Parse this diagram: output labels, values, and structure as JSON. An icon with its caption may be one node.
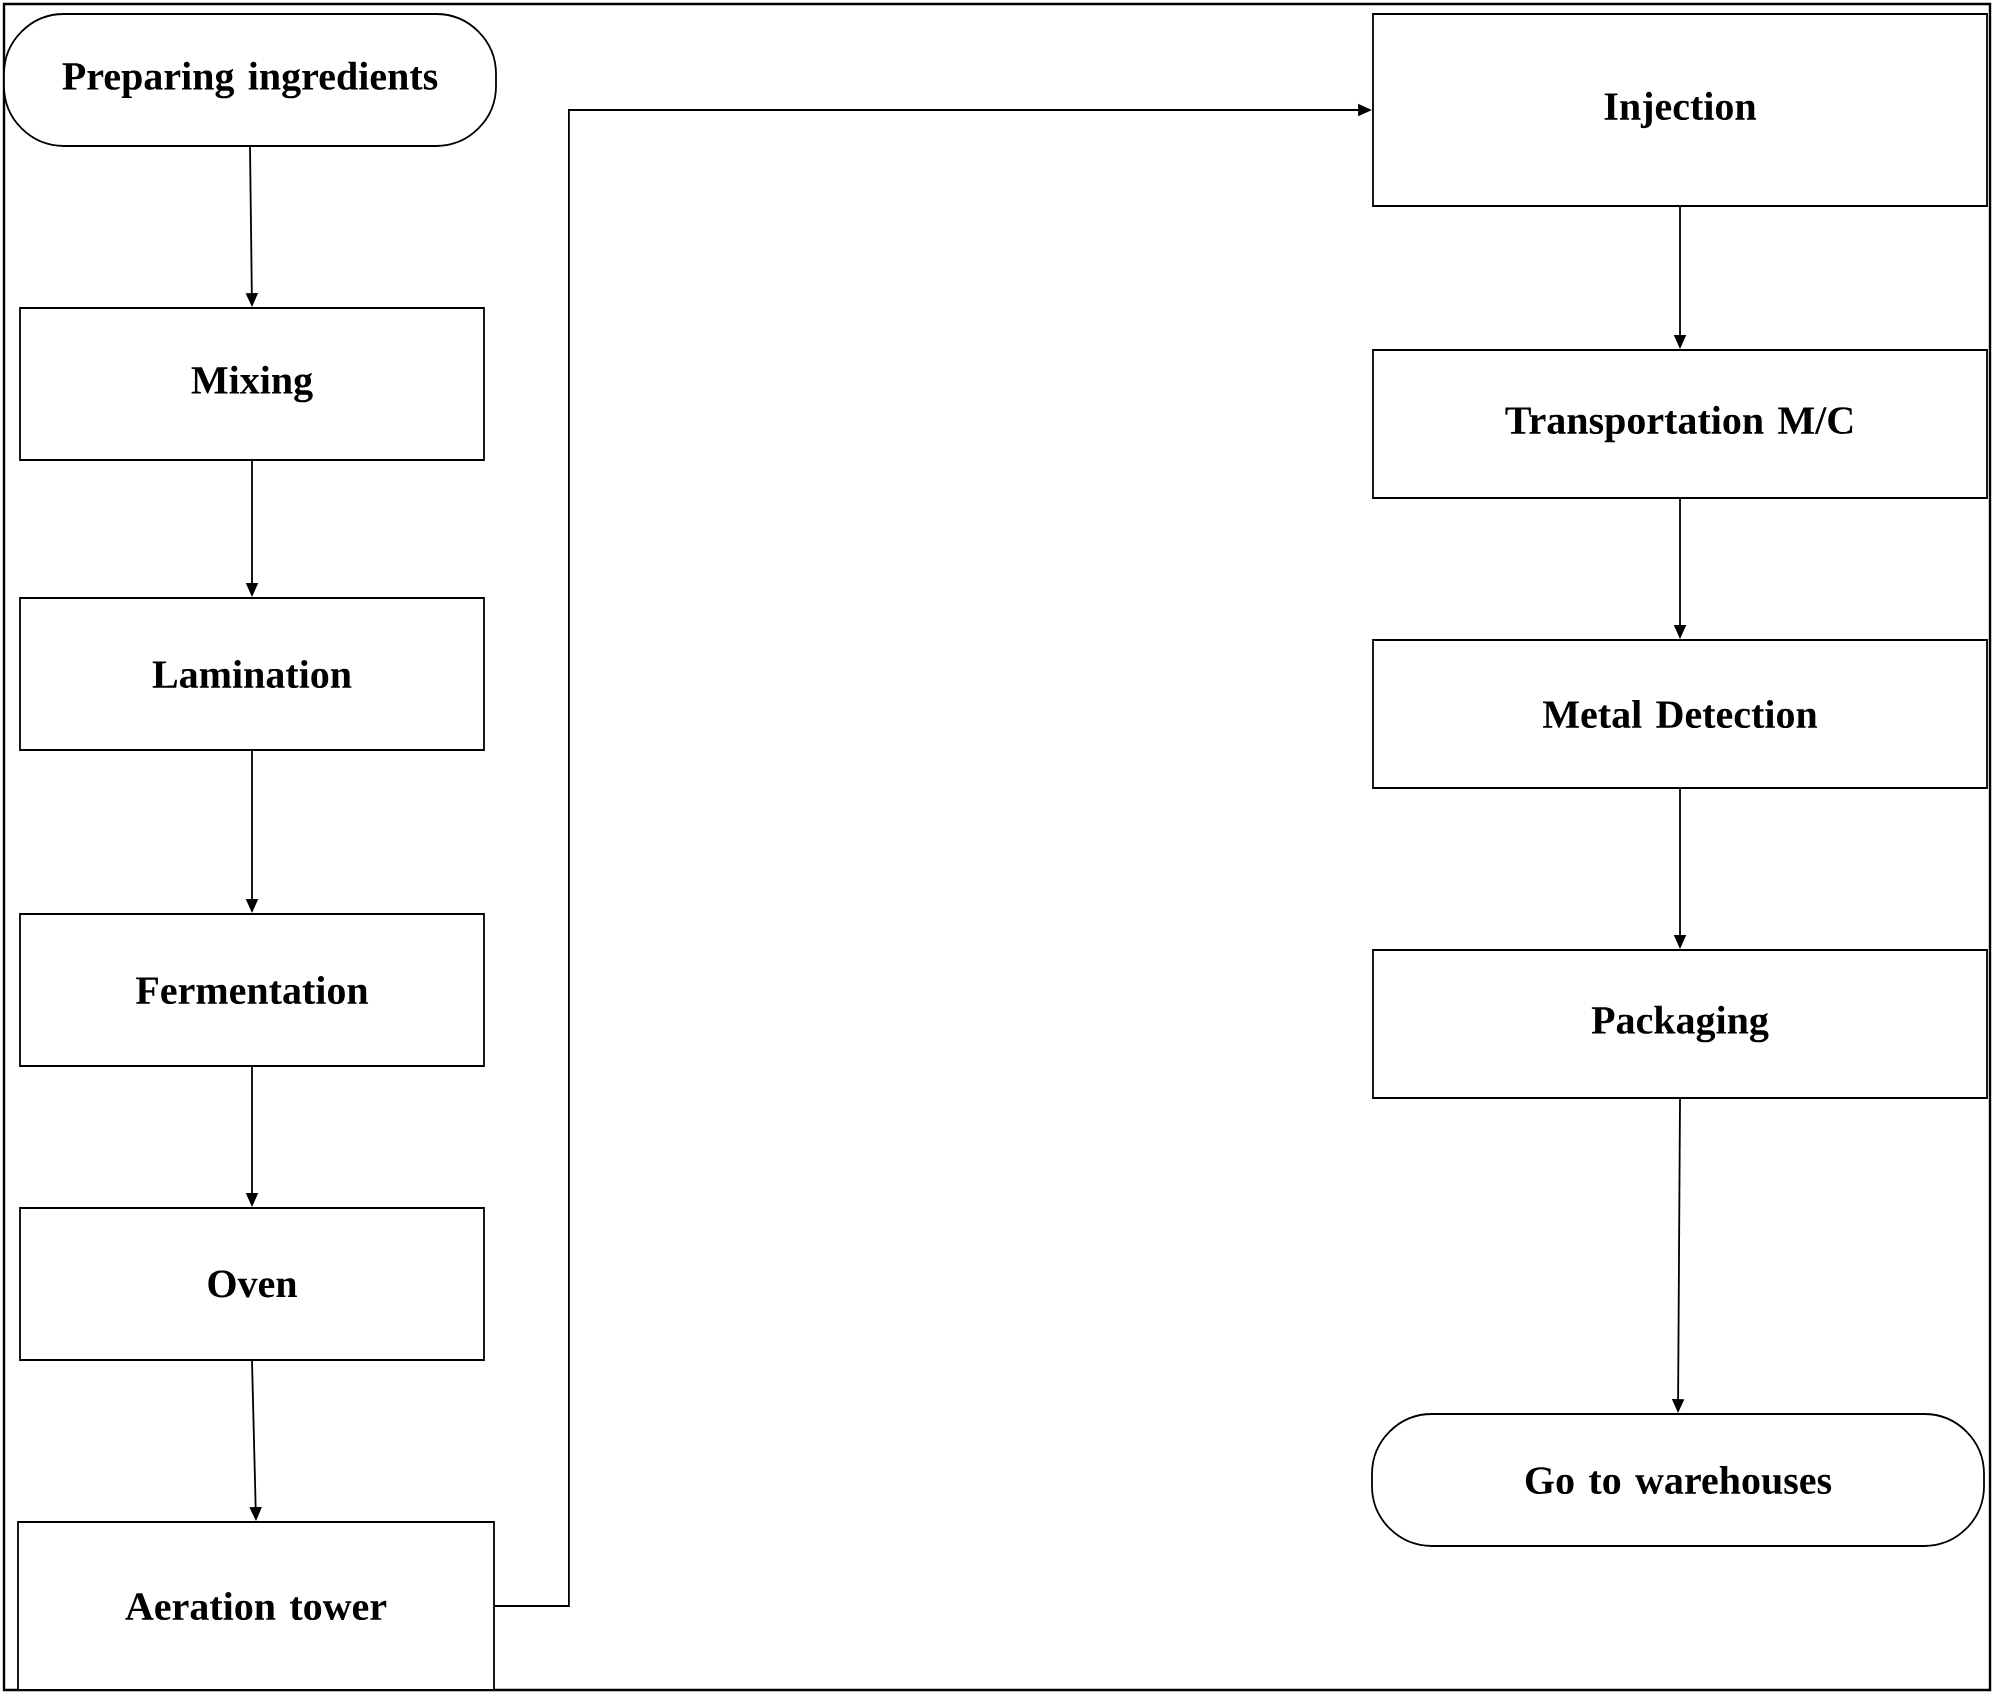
{
  "diagram": {
    "nodes": [
      {
        "text": [
          "Preparing ingredients"
        ]
      },
      {
        "text": [
          "Mixing"
        ]
      },
      {
        "text": [
          "Lamination"
        ]
      },
      {
        "text": [
          "Fermentation"
        ]
      },
      {
        "text": [
          "Oven"
        ]
      },
      {
        "text": [
          "Aeration tower"
        ]
      },
      {
        "text": [
          "Injection"
        ]
      },
      {
        "text": [
          "Transportation M/C"
        ]
      },
      {
        "text": [
          "Metal Detection"
        ]
      },
      {
        "text": [
          "Packaging"
        ]
      },
      {
        "text": [
          "Go to warehouses"
        ]
      }
    ],
    "edges": [
      {
        "from": 0,
        "to": 1,
        "arrow": "to"
      },
      {
        "from": 1,
        "to": 2,
        "arrow": "to"
      },
      {
        "from": 2,
        "to": 3,
        "arrow": "to"
      },
      {
        "from": 3,
        "to": 4,
        "arrow": "to"
      },
      {
        "from": 4,
        "to": 5,
        "arrow": "to"
      },
      {
        "from": 5,
        "to": 6,
        "arrow": "to"
      },
      {
        "from": 6,
        "to": 7,
        "arrow": "to"
      },
      {
        "from": 7,
        "to": 8,
        "arrow": "to"
      },
      {
        "from": 8,
        "to": 9,
        "arrow": "to"
      },
      {
        "from": 9,
        "to": 10,
        "arrow": "to"
      }
    ]
  }
}
